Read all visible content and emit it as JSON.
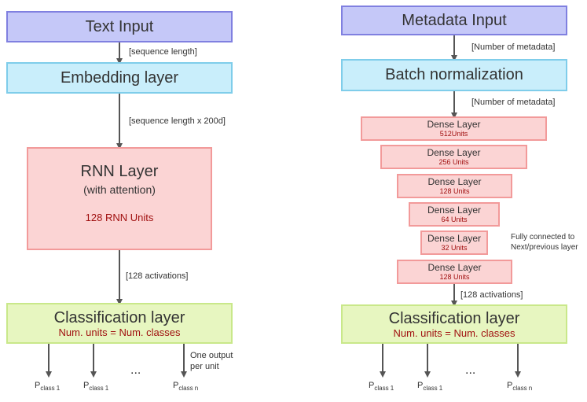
{
  "left": {
    "input": "Text Input",
    "label1": "[sequence length]",
    "embedding": "Embedding layer",
    "label2": "[sequence length x 200d]",
    "rnn_title": "RNN Layer",
    "rnn_sub": "(with attention)",
    "rnn_units": "128 RNN Units",
    "label3": "[128 activations]",
    "class_title": "Classification layer",
    "class_sub": "Num. units = Num. classes",
    "one_output": "One output",
    "per_unit": "per unit",
    "ellipsis": "...",
    "outputs": [
      {
        "p": "P",
        "sub": "class 1"
      },
      {
        "p": "P",
        "sub": "class 1"
      },
      {
        "p": "P",
        "sub": "class n"
      }
    ]
  },
  "right": {
    "input": "Metadata Input",
    "label1": "[Number of metadata]",
    "batchnorm": "Batch normalization",
    "label2": "[Number of metadata]",
    "dense": [
      {
        "title": "Dense Layer",
        "units": "512Units"
      },
      {
        "title": "Dense Layer",
        "units": "256 Units"
      },
      {
        "title": "Dense Layer",
        "units": "128 Units"
      },
      {
        "title": "Dense Layer",
        "units": "64 Units"
      },
      {
        "title": "Dense Layer",
        "units": "32 Units"
      },
      {
        "title": "Dense Layer",
        "units": "128 Units"
      }
    ],
    "fc_line1": "Fully connected to",
    "fc_line2": "Next/previous layer",
    "label3": "[128 activations]",
    "class_title": "Classification layer",
    "class_sub": "Num. units = Num. classes",
    "ellipsis": "...",
    "outputs": [
      {
        "p": "P",
        "sub": "class 1"
      },
      {
        "p": "P",
        "sub": "class 1"
      },
      {
        "p": "P",
        "sub": "class n"
      }
    ]
  }
}
